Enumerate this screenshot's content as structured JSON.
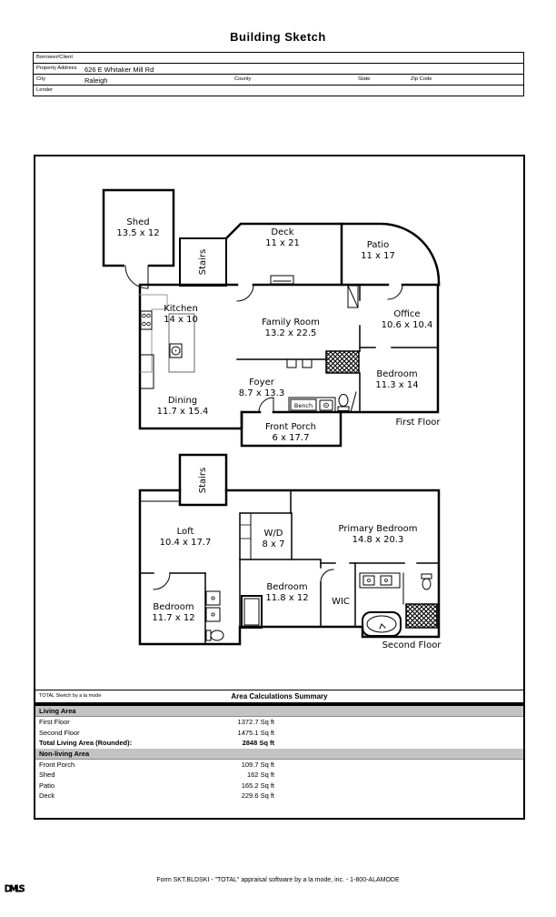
{
  "page": {
    "title": "Building Sketch"
  },
  "form": {
    "borrower_label": "Borrower/Client",
    "property_address_label": "Property Address",
    "property_address_value": "626 E Whitaker Mill Rd",
    "city_label": "City",
    "city_value": "Raleigh",
    "county_label": "County",
    "state_label": "State",
    "zip_label": "Zip Code",
    "lender_label": "Lender"
  },
  "plan": {
    "ff": {
      "shed": {
        "name": "Shed",
        "dims": "13.5 x 12"
      },
      "stairs": "Stairs",
      "deck": {
        "name": "Deck",
        "dims": "11 x 21"
      },
      "patio": {
        "name": "Patio",
        "dims": "11 x 17"
      },
      "kitchen": {
        "name": "Kitchen",
        "dims": "14 x 10"
      },
      "family": {
        "name": "Family Room",
        "dims": "13.2 x 22.5"
      },
      "office": {
        "name": "Office",
        "dims": "10.6 x 10.4"
      },
      "foyer": {
        "name": "Foyer",
        "dims": "8.7 x 13.3"
      },
      "bedroom": {
        "name": "Bedroom",
        "dims": "11.3 x 14"
      },
      "dining": {
        "name": "Dining",
        "dims": "11.7 x 15.4"
      },
      "bench": "Bench",
      "porch": {
        "name": "Front Porch",
        "dims": "6 x 17.7"
      },
      "label": "First Floor"
    },
    "sf": {
      "stairs": "Stairs",
      "loft": {
        "name": "Loft",
        "dims": "10.4 x 17.7"
      },
      "wd": {
        "name": "W/D",
        "dims": "8 x 7"
      },
      "primary": {
        "name": "Primary Bedroom",
        "dims": "14.8 x 20.3"
      },
      "bedroom1": {
        "name": "Bedroom",
        "dims": "11.8 x 12"
      },
      "wic": "WIC",
      "bedroom2": {
        "name": "Bedroom",
        "dims": "11.7 x 12"
      },
      "label": "Second Floor"
    }
  },
  "summary": {
    "brand": "TOTAL Sketch by a la mode",
    "title": "Area Calculations Summary",
    "living_header": "Living Area",
    "nonliving_header": "Non-living Area",
    "rows": [
      {
        "label": "First Floor",
        "value": "1372.7 Sq ft"
      },
      {
        "label": "Second Floor",
        "value": "1475.1 Sq ft"
      },
      {
        "label": "Total Living Area (Rounded):",
        "value": "2848 Sq ft"
      },
      {
        "label": "Front Porch",
        "value": "109.7 Sq ft"
      },
      {
        "label": "Shed",
        "value": "162 Sq ft"
      },
      {
        "label": "Patio",
        "value": "165.2 Sq ft"
      },
      {
        "label": "Deck",
        "value": "229.6 Sq ft"
      }
    ]
  },
  "footer": {
    "logo": "DMLS",
    "form_line": "Form SKT.BLDSKI - \"TOTAL\" appraisal software by a la mode, inc. - 1-800-ALAMODE"
  }
}
